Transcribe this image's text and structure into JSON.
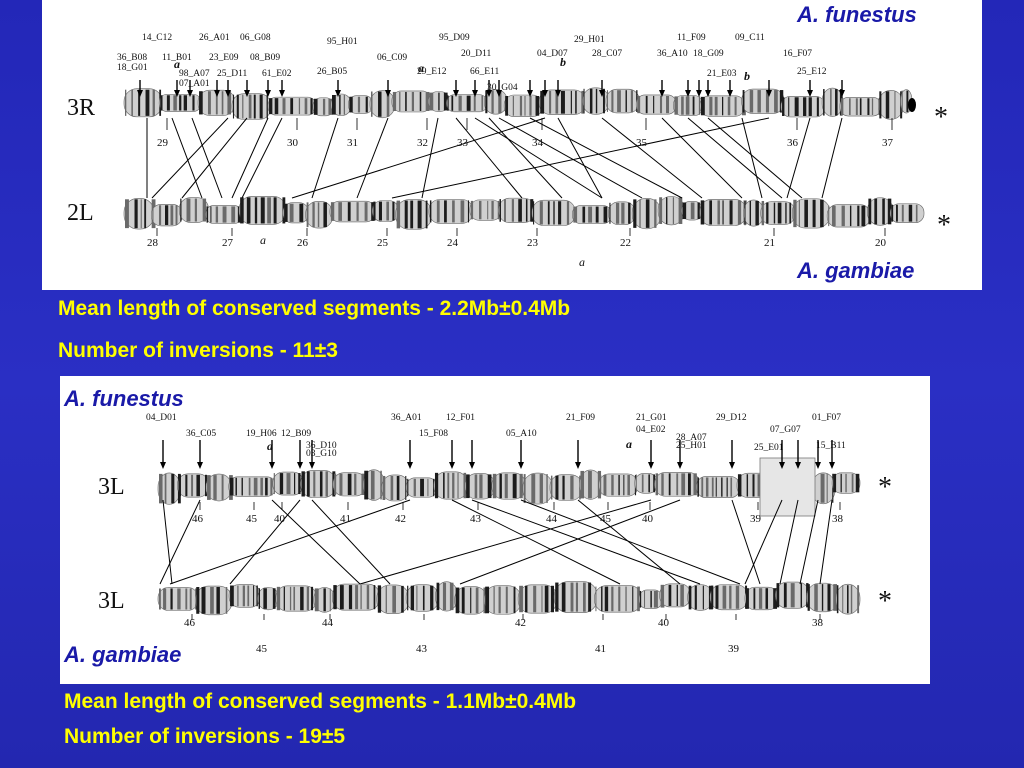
{
  "top": {
    "species_top": "A.   funestus",
    "species_bottom": "A. gambiae",
    "arm_top": "3R",
    "arm_bottom": "2L",
    "asterisk": "*",
    "markers": [
      "14_C12",
      "26_A01",
      "06_G08",
      "95_H01",
      "95_D09",
      "29_H01",
      "11_F09",
      "09_C11",
      "36_B08",
      "18_G01",
      "11_B01",
      "23_E09",
      "08_B09",
      "06_C09",
      "20_D11",
      "04_D07",
      "28_C07",
      "36_A10",
      "18_G09",
      "16_F07",
      "98_A07",
      "07_A01",
      "25_D11",
      "61_E02",
      "26_B05",
      "29_E12",
      "66_E11",
      "30_G04",
      "21_E03",
      "25_E12"
    ],
    "letters_top": [
      "a",
      "a",
      "b",
      "b"
    ],
    "letters_bottom": [
      "a",
      "a"
    ],
    "segments_top": [
      "29",
      "30",
      "31",
      "32",
      "33",
      "34",
      "35",
      "36",
      "37"
    ],
    "segments_bottom": [
      "28",
      "27",
      "26",
      "25",
      "24",
      "23",
      "22",
      "21",
      "20"
    ]
  },
  "caption_top": {
    "line1": "Mean length of conserved segments - 2.2Mb±0.4Mb",
    "line2": "Number of inversions - 11±3"
  },
  "bottom": {
    "species_top": "A.   funestus",
    "species_bottom": "A. gambiae",
    "arm_top": "3L",
    "arm_bottom": "3L",
    "asterisk": "*",
    "markers": [
      "04_D01",
      "36_C05",
      "19_H06",
      "12_B09",
      "36_D10",
      "03_G10",
      "36_A01",
      "12_F01",
      "15_F08",
      "05_A10",
      "21_F09",
      "21_G01",
      "04_E02",
      "28_A07",
      "25_H01",
      "29_D12",
      "07_G07",
      "01_F07",
      "25_E01",
      "15_B11"
    ],
    "letters_top": [
      "a",
      "a"
    ],
    "segments_top": [
      "46",
      "45",
      "40",
      "41",
      "42",
      "43",
      "44",
      "45",
      "40",
      "39",
      "38"
    ],
    "segments_bottom": [
      "46",
      "45",
      "44",
      "43",
      "42",
      "41",
      "40",
      "39",
      "38"
    ]
  },
  "caption_bottom": {
    "line1": "Mean length of conserved segments - 1.1Mb±0.4Mb",
    "line2": "Number of inversions - 19±5"
  },
  "colors": {
    "background": "#2428b8",
    "caption": "#ffff00",
    "species": "#1a1aa8"
  }
}
